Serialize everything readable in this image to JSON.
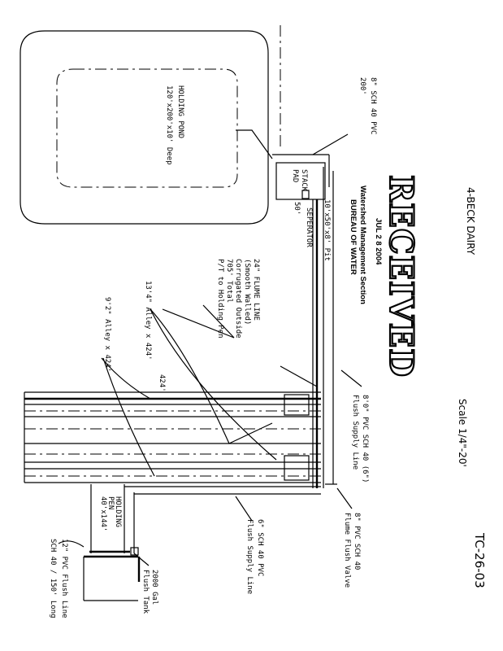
{
  "title": "4-BECK DAIRY",
  "scale": "Scale 1/4\"-20'",
  "doc_number": "TC-26-03",
  "stamp": {
    "received": "RECEIVED",
    "date": "JUL 2 8 2004",
    "section": "Watershed Management Section",
    "bureau": "BUREAU OF WATER"
  },
  "labels": {
    "holding_pond": [
      "HOLDING POND",
      "120'x200'x10' Deep"
    ],
    "pipe_200": [
      "8\" SCH 40 PVC",
      "200'"
    ],
    "stack_pad": [
      "STACK",
      "PAD"
    ],
    "stack_dim": "50'",
    "separator": "SEPERATOR",
    "pit": "10'x50'x8' Pit",
    "flume_line": [
      "24\" FLUME LINE",
      "(Smooth Walled)",
      "Corrugated Outside",
      "705' Total",
      "P/T to Holding Pen"
    ],
    "alley_13": "13'4\" Alley x 424'",
    "alley_9": "9'2\" Alley x 424'",
    "length_424": "424'",
    "flush_supply_8": [
      "8'0\" PVC SCH 40 (6\")",
      "Flush Supply Line"
    ],
    "flume_valve": [
      "8\" PVC SCH 40",
      "Flume Flush Valve"
    ],
    "flush_supply_6": [
      "6\" SCH 40 PVC",
      "Flush Supply Line"
    ],
    "holding_pen": [
      "HOLDING",
      "PEN",
      "40'x144'"
    ],
    "flush_tank": [
      "2000 Gal",
      "Flush Tank"
    ],
    "flush_line_12": [
      "12\" PVC Flush Line",
      "SCH 40 / 150' Long"
    ]
  }
}
